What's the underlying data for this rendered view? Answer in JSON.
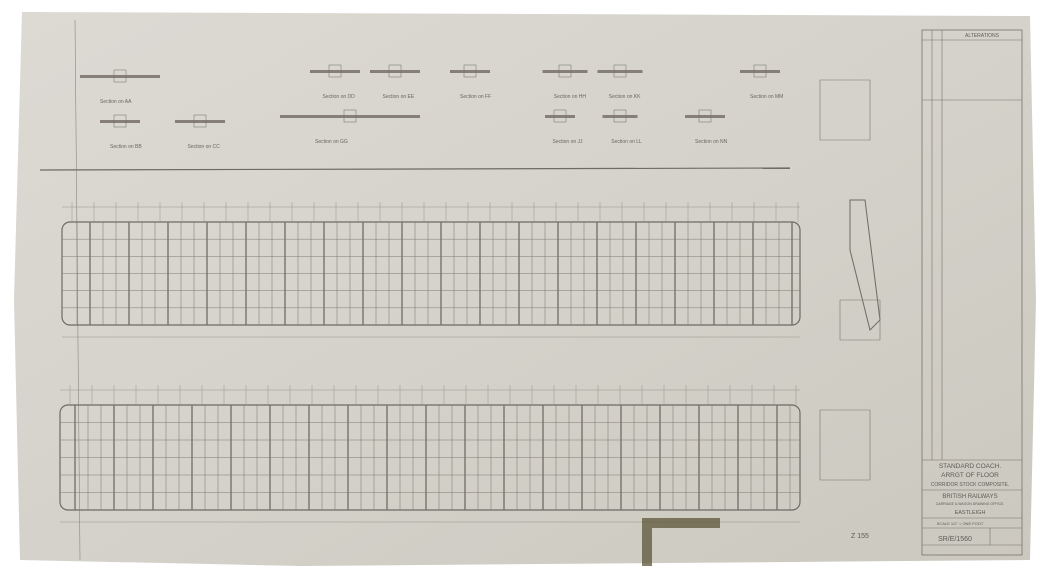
{
  "drawing": {
    "sections": [
      "Section on AA",
      "Section on BB",
      "Section on CC",
      "Section on DD",
      "Section on EE",
      "Section on FF",
      "Section on GG",
      "Section on HH",
      "Section on JJ",
      "Section on KK",
      "Section on LL",
      "Section on MM",
      "Section on NN"
    ],
    "title_block": {
      "line1": "STANDARD COACH.",
      "line2": "ARRGT OF FLOOR",
      "line3": "CORRIDOR STOCK COMPOSITE.",
      "line4": "BRITISH RAILWAYS",
      "line5": "CARRIAGE & WAGON DRAWING OFFICE.",
      "line6": "EASTLEIGH",
      "scale": "SCALE 1/2\" = ONE FOOT",
      "drawing_number": "SR/E/1560",
      "revision_header": "ALTERATIONS",
      "sheet_ref": "Z 155"
    }
  },
  "colors": {
    "paper": "#d6d4cc",
    "ink": "#6e6a64",
    "stain": "#5c5538"
  }
}
